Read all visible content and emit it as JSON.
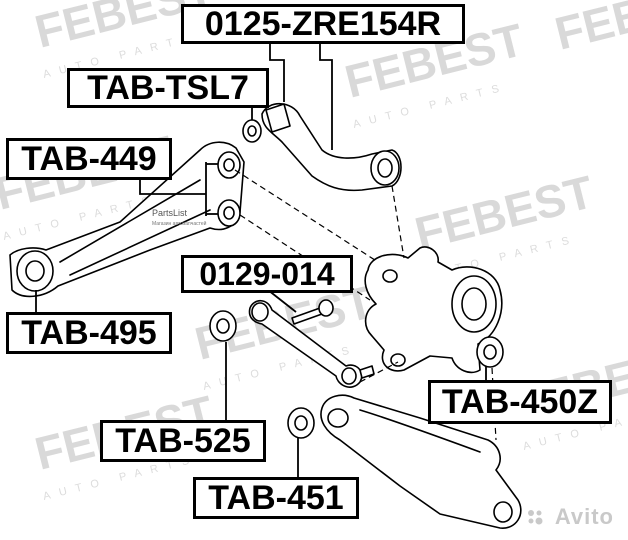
{
  "watermark": {
    "brand": "FEBEST",
    "sub": "AUTO PARTS"
  },
  "labels": {
    "zre154r": "0125-ZRE154R",
    "tsl7": "TAB-TSL7",
    "t449": "TAB-449",
    "t495": "TAB-495",
    "p0129": "0129-014",
    "t450z": "TAB-450Z",
    "t525": "TAB-525",
    "t451": "TAB-451"
  },
  "overlay": {
    "avito": "Avito",
    "partslist": "PartsList",
    "partslist_sub": "Магазин автозапчастей"
  }
}
